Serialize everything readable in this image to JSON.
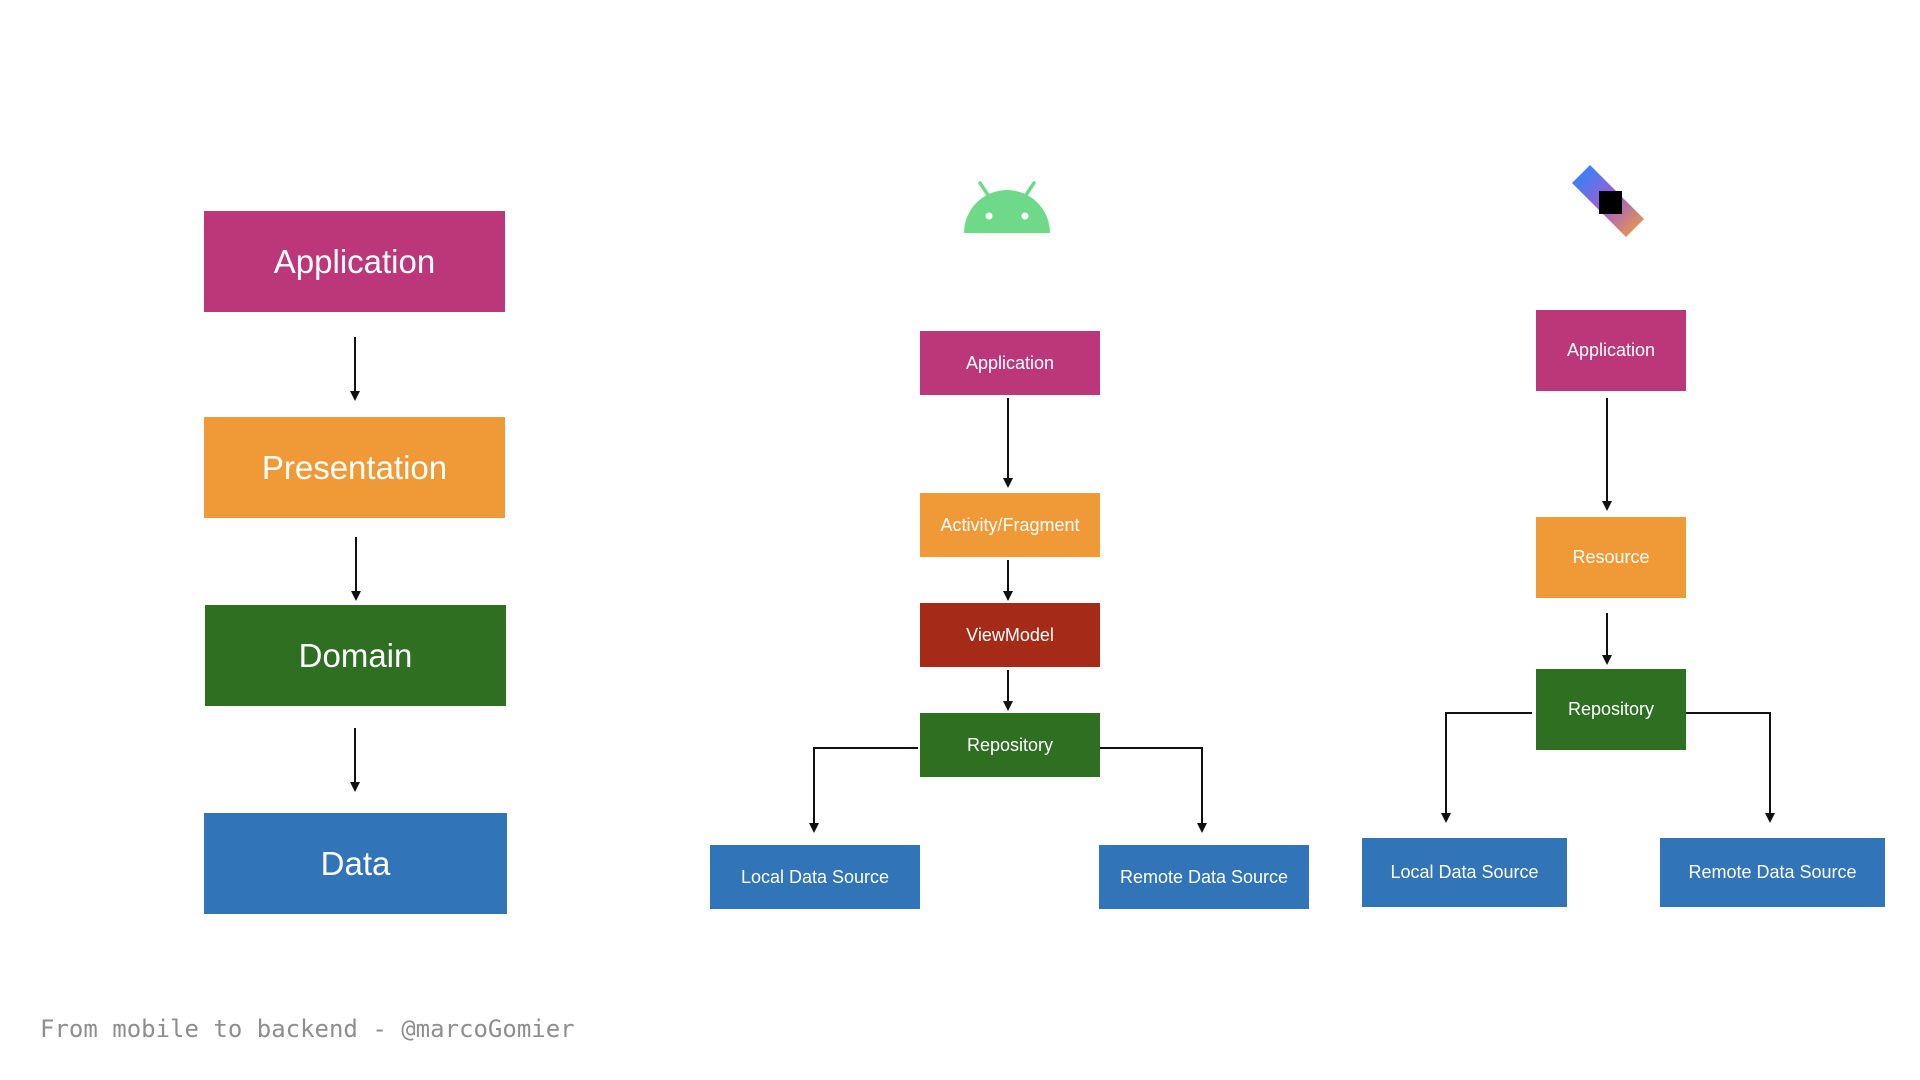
{
  "layered": {
    "application": "Application",
    "presentation": "Presentation",
    "domain": "Domain",
    "data": "Data"
  },
  "android": {
    "icon": "android-robot-icon",
    "application": "Application",
    "activity_fragment": "Activity/Fragment",
    "viewmodel": "ViewModel",
    "repository": "Repository",
    "local_data_source": "Local Data Source",
    "remote_data_source": "Remote Data Source"
  },
  "ktor": {
    "icon": "ktor-logo-icon",
    "application": "Application",
    "resource": "Resource",
    "repository": "Repository",
    "local_data_source": "Local Data Source",
    "remote_data_source": "Remote Data Source"
  },
  "footer": "From mobile to backend - @marcoGomier",
  "colors": {
    "application": "#bb3779",
    "presentation": "#f09a37",
    "domain": "#2e6f22",
    "data": "#3174b7",
    "viewmodel": "#a52a18",
    "android_green": "#6fd98a",
    "footer_text": "#8e8e8e"
  }
}
